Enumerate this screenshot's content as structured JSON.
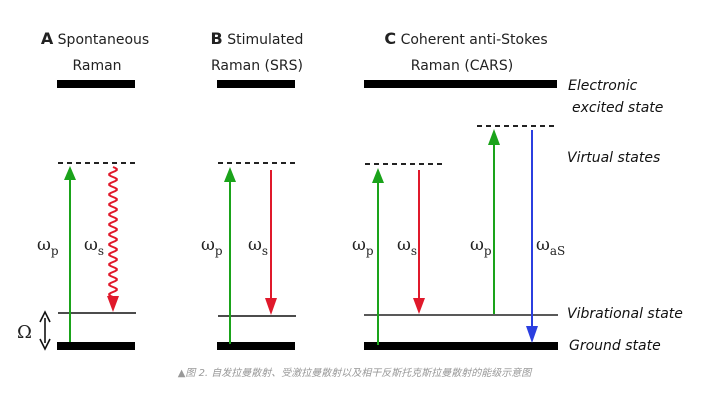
{
  "panels": [
    {
      "letter": "A",
      "title_line1": "Spontaneous",
      "title_line2": "Raman",
      "labels": {
        "pump": "ω",
        "pump_sub": "p",
        "stokes": "ω",
        "stokes_sub": "s"
      }
    },
    {
      "letter": "B",
      "title_line1": "Stimulated",
      "title_line2": "Raman (SRS)",
      "labels": {
        "pump": "ω",
        "pump_sub": "p",
        "stokes": "ω",
        "stokes_sub": "s"
      }
    },
    {
      "letter": "C",
      "title_line1": "Coherent anti-Stokes",
      "title_line2": "Raman (CARS)",
      "labels": {
        "pump": "ω",
        "pump_sub": "p",
        "stokes": "ω",
        "stokes_sub": "s",
        "pump2": "ω",
        "pump2_sub": "p",
        "antistokes": "ω",
        "antistokes_sub": "aS"
      }
    }
  ],
  "state_labels": {
    "electronic_line1": "Electronic",
    "electronic_line2": "excited state",
    "virtual": "Virtual states",
    "vibrational": "Vibrational state",
    "ground": "Ground state"
  },
  "omega_big": "Ω",
  "caption": "▲图 2. 自发拉曼散射、受激拉曼散射以及相干反斯托克斯拉曼散射的能级示意图",
  "colors": {
    "pump": "#1aa31a",
    "stokes": "#e0192b",
    "antistokes": "#2b3fe0",
    "level": "#000000"
  }
}
